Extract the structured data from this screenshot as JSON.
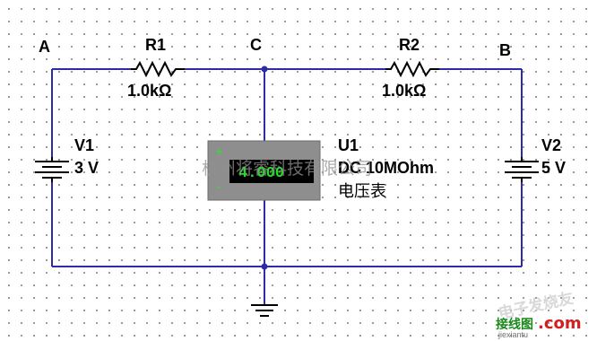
{
  "nodes": {
    "a": "A",
    "b": "B",
    "c": "C"
  },
  "r1": {
    "name": "R1",
    "value": "1.0kΩ"
  },
  "r2": {
    "name": "R2",
    "value": "1.0kΩ"
  },
  "v1": {
    "name": "V1",
    "value": "3 V"
  },
  "v2": {
    "name": "V2",
    "value": "5 V"
  },
  "meter": {
    "reading": "4.000",
    "plus": "+",
    "minus": "-",
    "name": "U1",
    "mode": "DC  10MOhm",
    "type": "电压表"
  },
  "watermark": {
    "text": "杭州将睿科技有限公司",
    "logo_text": "电子发烧友",
    "logo_sub": "接线图",
    "logo_com": ".com",
    "logo_url": "jiexiantu"
  },
  "colors": {
    "wire": "#2c2ca8",
    "component": "#000000",
    "meter_display": "#17e817",
    "meter_body": "#8e8e8e"
  }
}
